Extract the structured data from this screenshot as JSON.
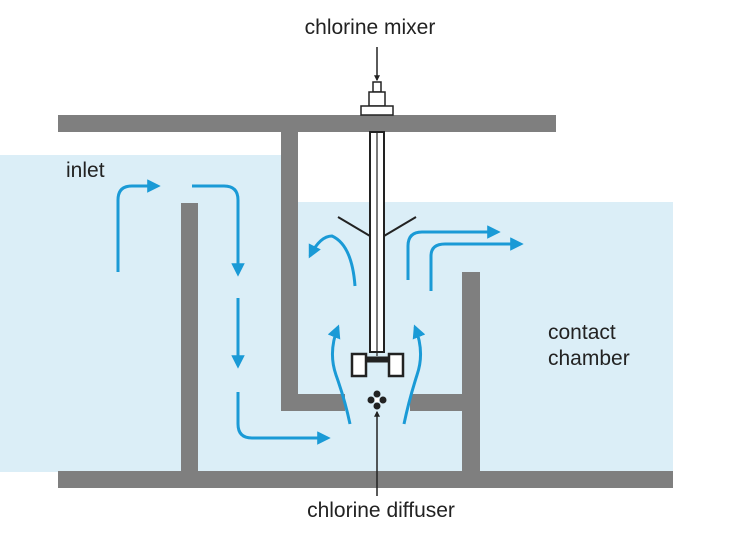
{
  "labels": {
    "chlorine_mixer": "chlorine mixer",
    "chlorine_diffuser": "chlorine diffuser",
    "inlet": "inlet",
    "contact_chamber_line1": "contact",
    "contact_chamber_line2": "chamber"
  },
  "colors": {
    "water": "#dbeef7",
    "wall": "#7f7f7f",
    "flow_arrow": "#1a9ad6",
    "equipment": "#222222"
  }
}
